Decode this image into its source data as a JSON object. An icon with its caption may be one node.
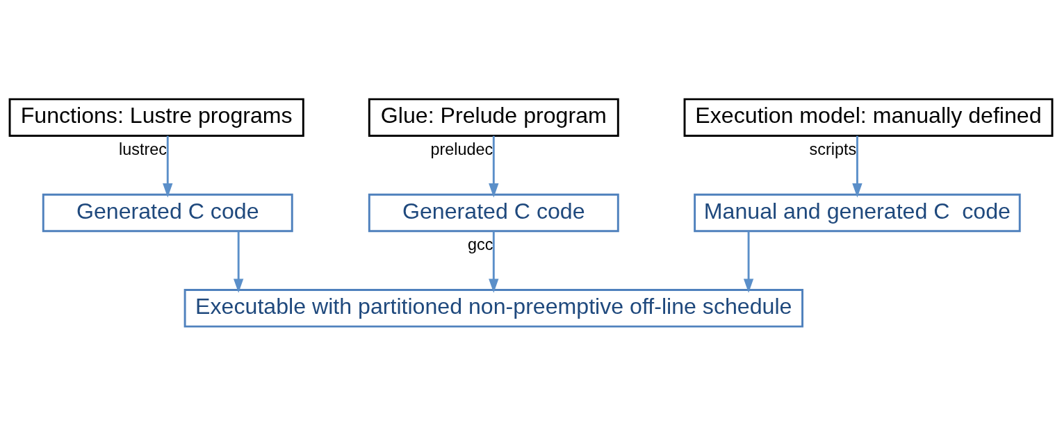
{
  "diagram": {
    "nodes": [
      {
        "text": [
          "Functions: Lustre programs"
        ]
      },
      {
        "text": [
          "Glue: Prelude program"
        ]
      },
      {
        "text": [
          "Execution model: manually defined"
        ]
      },
      {
        "text": [
          "Generated C code"
        ]
      },
      {
        "text": [
          "Generated C code"
        ]
      },
      {
        "text": [
          "Manual and generated C  code"
        ]
      },
      {
        "text": [
          "Executable with partitioned non-preemptive off-line schedule"
        ]
      }
    ],
    "edges": [
      {
        "from": 0,
        "to": 3,
        "arrow": "to",
        "label": "lustrec"
      },
      {
        "from": 1,
        "to": 4,
        "arrow": "to",
        "label": "preludec"
      },
      {
        "from": 2,
        "to": 5,
        "arrow": "to",
        "label": "scripts"
      },
      {
        "from": 3,
        "to": 6,
        "arrow": "to"
      },
      {
        "from": 4,
        "to": 6,
        "arrow": "to",
        "label": "gcc"
      },
      {
        "from": 5,
        "to": 6,
        "arrow": "to"
      }
    ]
  }
}
